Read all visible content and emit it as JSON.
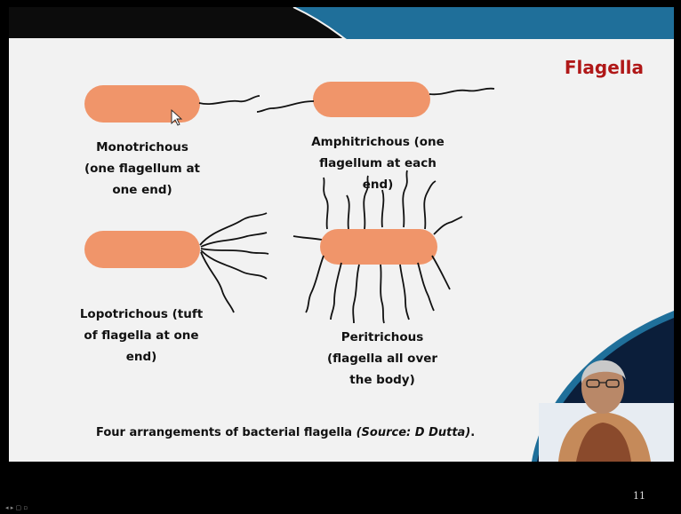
{
  "slide": {
    "title": "Flagella",
    "page_number": "11",
    "labels": {
      "mono": [
        "Monotrichous",
        "(one flagellum at",
        "one end)"
      ],
      "amphi": [
        "Amphitrichous (one",
        "flagellum at each",
        "end)"
      ],
      "lopho": [
        "Lopotrichous (tuft",
        "of flagella at one",
        "end)"
      ],
      "peri": [
        "Peritrichous",
        "(flagella all over",
        "the body)"
      ]
    },
    "caption_main": "Four arrangements of bacterial flagella ",
    "caption_source": "(Source: D Dutta)",
    "caption_end": "."
  },
  "colors": {
    "bacterium": "#f0956a",
    "title": "#b01818",
    "header_blue": "#1f6f9a"
  },
  "icons": [
    "mouse-cursor-icon"
  ]
}
